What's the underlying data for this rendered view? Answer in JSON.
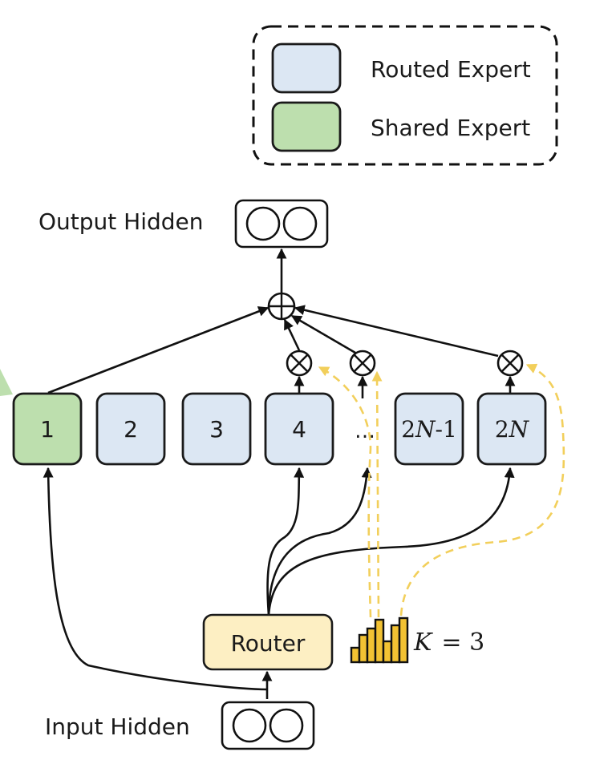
{
  "legend": {
    "routed_label": "Routed Expert",
    "shared_label": "Shared Expert",
    "routed_color": "#dce7f3",
    "shared_color": "#bddfae"
  },
  "output": {
    "label": "Output Hidden"
  },
  "input": {
    "label": "Input Hidden"
  },
  "experts": [
    {
      "label": "1",
      "type": "shared"
    },
    {
      "label": "2",
      "type": "routed"
    },
    {
      "label": "3",
      "type": "routed"
    },
    {
      "label": "4",
      "type": "routed"
    },
    {
      "label": "…",
      "type": "ellipsis"
    },
    {
      "label_main": "2",
      "label_italic": "N",
      "label_suffix": "-1",
      "type": "routed"
    },
    {
      "label_main": "2",
      "label_italic": "N",
      "label_suffix": "",
      "type": "routed"
    }
  ],
  "router": {
    "label": "Router",
    "color": "#fdefc3"
  },
  "topk": {
    "symbol": "K",
    "equals": "= 3",
    "bar_color": "#f2c233"
  },
  "colors": {
    "gate_arrow": "#f2cf5b"
  }
}
